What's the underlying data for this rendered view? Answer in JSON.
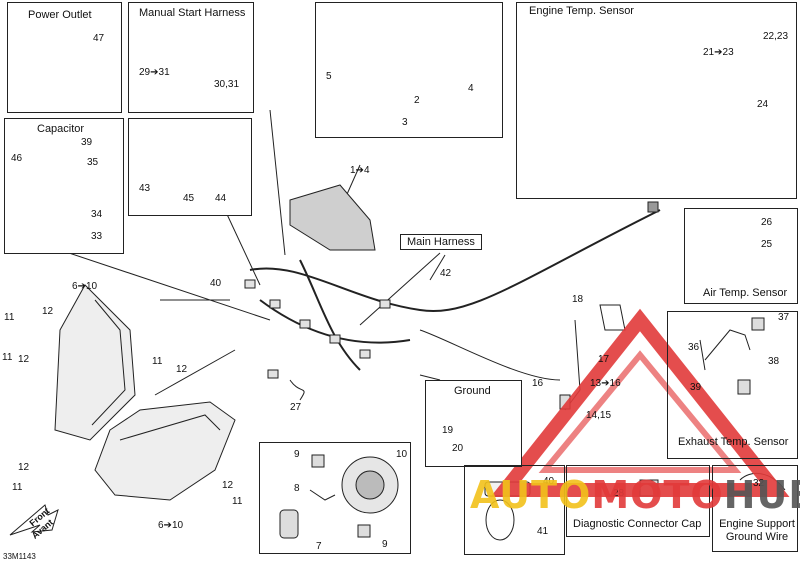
{
  "boxes": {
    "power_outlet": {
      "title": "Power Outlet",
      "part": "47"
    },
    "manual_start": {
      "title": "Manual Start Harness",
      "p1": "29➔31",
      "p2": "30,31"
    },
    "gauge": {
      "p5": "5",
      "p2": "2",
      "p3": "3",
      "p4": "4"
    },
    "engine_temp": {
      "title": "Engine Temp. Sensor",
      "p1": "22,23",
      "p2": "21➔23",
      "p3": "24"
    },
    "capacitor": {
      "title": "Capacitor",
      "p39": "39",
      "p46": "46",
      "p35": "35",
      "p34": "34",
      "p33": "33"
    },
    "relay": {
      "p43": "43",
      "p45": "45",
      "p44": "44"
    },
    "air_temp": {
      "title": "Air Temp. Sensor",
      "p26": "26",
      "p25": "25"
    },
    "ground": {
      "title": "Ground",
      "p19": "19",
      "p20": "20"
    },
    "exhaust": {
      "title": "Exhaust Temp. Sensor",
      "p37": "37",
      "p36": "36",
      "p38": "38",
      "p39": "39"
    },
    "headlamp": {
      "p9a": "9",
      "p10": "10",
      "p8": "8",
      "p7": "7",
      "p9b": "9"
    },
    "sealant": {
      "p40": "40",
      "p41": "41"
    },
    "diag": {
      "title": "Diagnostic Connector Cap",
      "p28": "28"
    },
    "engine_ground": {
      "title": "Engine Support Ground Wire",
      "p32": "32"
    }
  },
  "main": {
    "main_harness_label": "Main Harness",
    "p42": "42",
    "p1_4": "1➔4",
    "p40": "40",
    "p6_10a": "6➔10",
    "p6_10b": "6➔10",
    "p11a": "11",
    "p12a": "12",
    "p11b": "11",
    "p12b": "12",
    "p11c": "11",
    "p12c": "12",
    "p12d": "12",
    "p11d": "11",
    "p12e": "12",
    "p11e": "11",
    "p27": "27",
    "p18": "18",
    "p17": "17",
    "p16": "16",
    "p13_16": "13➔16",
    "p14_15": "14,15",
    "front": "Front",
    "avant": "Avant",
    "code": "33M1143"
  },
  "watermark": {
    "text_left": "AUTO",
    "text_mid": "MOTO",
    "text_right": "HUB"
  },
  "colors": {
    "watermark_red": "#e23a3a",
    "watermark_gray": "#555555",
    "watermark_yellow": "#f2c21b"
  }
}
